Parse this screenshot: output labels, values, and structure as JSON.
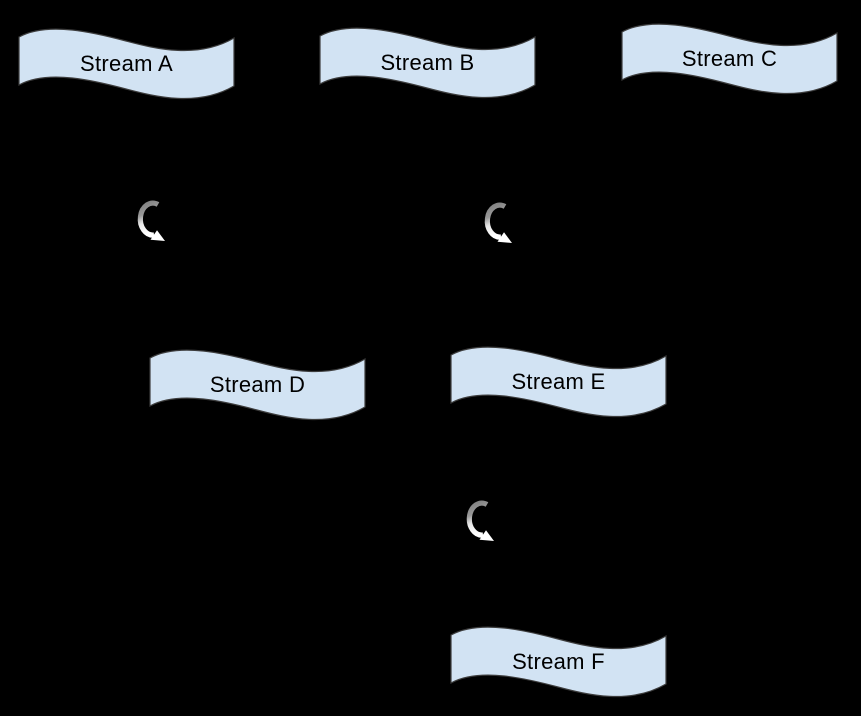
{
  "diagram": {
    "background_color": "#000000",
    "node_shape": "wavy-flag",
    "node_fill_color": "#d2e3f3",
    "node_border_color": "#3c3c3c",
    "node_label_color": "#000000",
    "nodes": [
      {
        "id": "stream-a",
        "label": "Stream A",
        "row": "top"
      },
      {
        "id": "stream-b",
        "label": "Stream B",
        "row": "top"
      },
      {
        "id": "stream-c",
        "label": "Stream C",
        "row": "top"
      },
      {
        "id": "stream-d",
        "label": "Stream D",
        "row": "middle"
      },
      {
        "id": "stream-e",
        "label": "Stream E",
        "row": "middle"
      },
      {
        "id": "stream-f",
        "label": "Stream F",
        "row": "bottom"
      }
    ],
    "loop_icons": [
      {
        "id": "loop-1",
        "name": "curved-loop-arrow",
        "between": [
          "Stream A",
          "Stream D"
        ]
      },
      {
        "id": "loop-2",
        "name": "curved-loop-arrow",
        "between": [
          "Stream B",
          "Stream E"
        ]
      },
      {
        "id": "loop-3",
        "name": "curved-loop-arrow",
        "between": [
          "Stream E",
          "Stream F"
        ]
      }
    ],
    "loop_icon_colors": {
      "top_arc": "#848484",
      "bottom_arc": "#ffffff"
    }
  }
}
